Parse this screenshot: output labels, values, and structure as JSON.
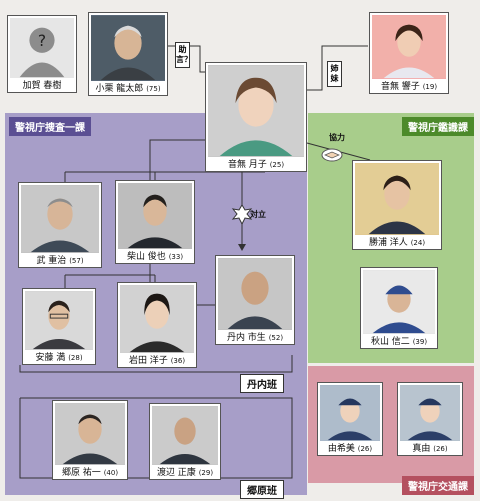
{
  "regions": {
    "ichika": "警視庁捜査一課",
    "kanshiki": "警視庁鑑識課",
    "kotsu": "警視庁交通課"
  },
  "teams": {
    "niuchi": "丹内班",
    "gohara": "郷原班"
  },
  "relations": {
    "advice": "助言？",
    "sisters": "姉妹",
    "conflict": "対立",
    "cooperation": "協力"
  },
  "people": {
    "kaga": {
      "name": "加賀 春樹",
      "age": ""
    },
    "koguri": {
      "name": "小栗 龍太郎",
      "age": "(75)"
    },
    "kyoko": {
      "name": "音無 響子",
      "age": "(19)"
    },
    "tsukiko": {
      "name": "音無 月子",
      "age": "(25)"
    },
    "katsuura": {
      "name": "勝浦 洋人",
      "age": "(24)"
    },
    "takeshi": {
      "name": "武 重治",
      "age": "(57)"
    },
    "shibayama": {
      "name": "柴山 俊也",
      "age": "(33)"
    },
    "ando": {
      "name": "安藤 満",
      "age": "(28)"
    },
    "iwata": {
      "name": "岩田 洋子",
      "age": "(36)"
    },
    "niuchi": {
      "name": "丹内 市生",
      "age": "(52)"
    },
    "akiyama": {
      "name": "秋山 信二",
      "age": "(39)"
    },
    "gohara": {
      "name": "郷原 祐一",
      "age": "(40)"
    },
    "watanabe": {
      "name": "渡辺 正康",
      "age": "(29)"
    },
    "yukimi": {
      "name": "由希美",
      "age": "(26)"
    },
    "mayu": {
      "name": "真由",
      "age": "(26)"
    }
  }
}
